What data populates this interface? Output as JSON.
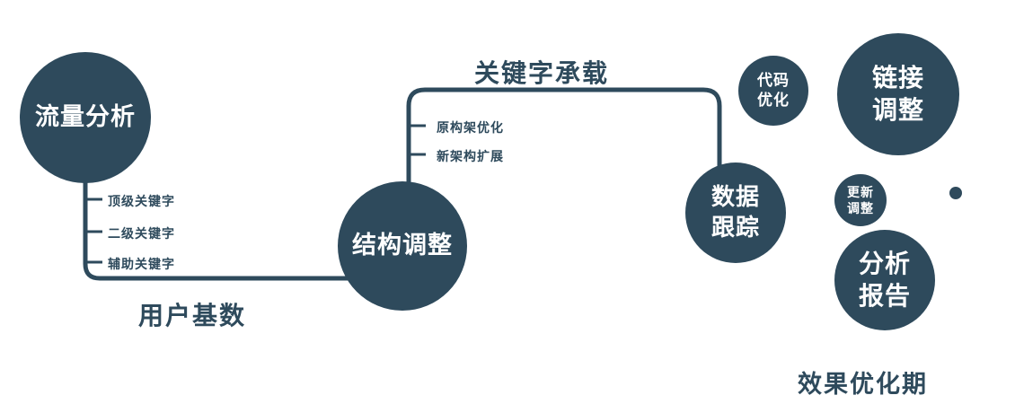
{
  "palette": {
    "node_fill": "#2e4a5c",
    "text_on_node": "#ffffff",
    "ink": "#2e4a5c",
    "background": "#ffffff"
  },
  "nodes": {
    "traffic": {
      "label": "流量分析"
    },
    "structure": {
      "label": "结构调整"
    },
    "tracking": {
      "lines": [
        "数据",
        "跟踪"
      ]
    },
    "code": {
      "lines": [
        "代码",
        "优化"
      ]
    },
    "link": {
      "lines": [
        "链接",
        "调整"
      ]
    },
    "update": {
      "lines": [
        "更新",
        "调整"
      ]
    },
    "report": {
      "lines": [
        "分析",
        "报告"
      ]
    }
  },
  "edge_labels": {
    "top": "关键字承载",
    "bottom": "用户基数"
  },
  "branches": {
    "traffic": [
      "顶级关键字",
      "二级关键字",
      "辅助关键字"
    ],
    "structure": [
      "原构架优化",
      "新架构扩展"
    ]
  },
  "caption": "效果优化期"
}
